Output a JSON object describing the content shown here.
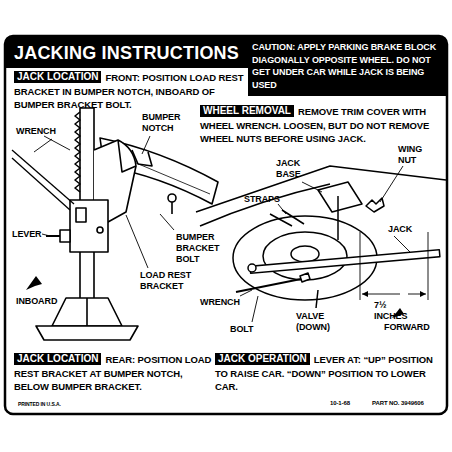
{
  "diagram": {
    "title": "JACKING INSTRUCTIONS",
    "nodes": [
      {
        "text": [
          "JACK LOCATION"
        ]
      },
      {
        "text": [
          "WHEEL REMOVAL"
        ]
      },
      {
        "text": [
          "JACK LOCATION"
        ]
      },
      {
        "text": [
          "JACK OPERATION"
        ]
      }
    ],
    "labels": [
      "CAUTION: APPLY PARKING BRAKE BLOCK DIAGONALLY OPPOSITE WHEEL. DO NOT GET UNDER CAR WHILE JACK IS BEING USED",
      "FRONT: POSITION LOAD REST BRACKET IN BUMPER NOTCH, INBOARD OF BUMPER BRACKET BOLT.",
      "REMOVE TRIM COVER WITH WHEEL WRENCH. LOOSEN, BUT DO NOT REMOVE WHEEL NUTS BEFORE USING JACK.",
      "REAR: POSITION LOAD REST BRACKET AT BUMPER NOTCH, BELOW BUMPER BRACKET.",
      "LEVER AT: “UP” POSITION TO RAISE CAR. “DOWN” POSITION TO LOWER CAR.",
      "WRENCH",
      "BUMPER NOTCH",
      "LEVER",
      "BUMPER BRACKET BOLT",
      "LOAD REST BRACKET",
      "INBOARD",
      "JACK BASE",
      "WING NUT",
      "STRAPS",
      "JACK",
      "WRENCH",
      "BOLT",
      "VALVE (DOWN)",
      "7½ INCHES",
      "FORWARD",
      "PRINTED IN U.S.A.",
      "10-1-68",
      "PART NO. 3949606"
    ]
  }
}
